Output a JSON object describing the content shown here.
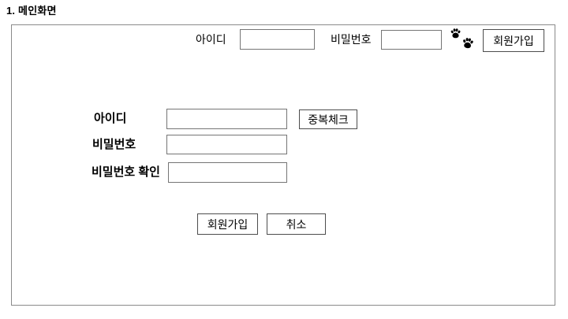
{
  "page": {
    "title": "1. 메인화면"
  },
  "colors": {
    "outer_border": "#8a8a8a",
    "input_border": "#757575",
    "button_border": "#4d4d4d",
    "text": "#000000",
    "paw_icon": "#000000"
  },
  "login_bar": {
    "id_label": "아이디",
    "id_value": "",
    "password_label": "비밀번호",
    "password_value": "",
    "paw_icon": "paw-prints",
    "signup_button": "회원가입"
  },
  "signup_form": {
    "id_label": "아이디",
    "id_value": "",
    "duplicate_check_button": "중복체크",
    "password_label": "비밀번호",
    "password_value": "",
    "password_confirm_label": "비밀번호 확인",
    "password_confirm_value": "",
    "signup_button": "회원가입",
    "cancel_button": "취소"
  }
}
